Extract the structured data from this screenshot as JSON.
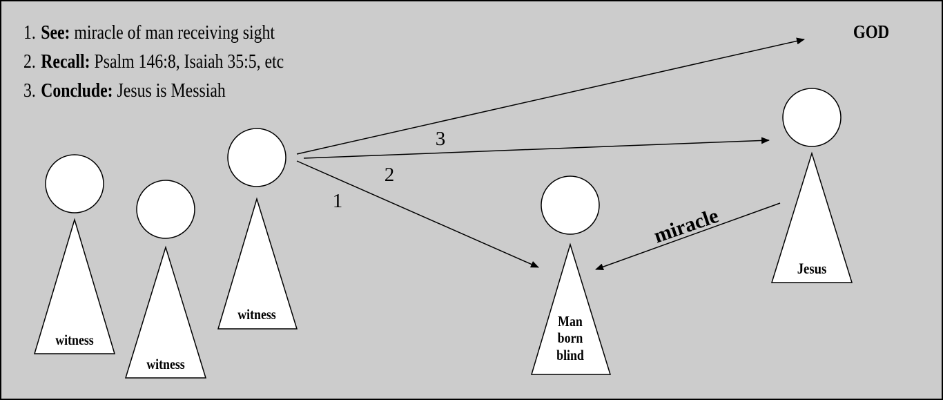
{
  "steps": [
    {
      "num": "1.",
      "key": "See:",
      "text": " miracle of man receiving sight"
    },
    {
      "num": "2.",
      "key": "Recall:",
      "text": " Psalm 146:8, Isaiah 35:5, etc"
    },
    {
      "num": "3.",
      "key": "Conclude:",
      "text": " Jesus is Messiah"
    }
  ],
  "figures": {
    "god": "GOD",
    "jesus": "Jesus",
    "man_line1": "Man",
    "man_line2": "born",
    "man_line3": "blind",
    "witness1": "witness",
    "witness2": "witness",
    "witness3": "witness"
  },
  "arrows": {
    "step1": "1",
    "step2": "2",
    "step3": "3",
    "miracle": "miracle"
  },
  "colors": {
    "background": "#cccccc",
    "stroke": "#000000",
    "fill": "#ffffff"
  }
}
